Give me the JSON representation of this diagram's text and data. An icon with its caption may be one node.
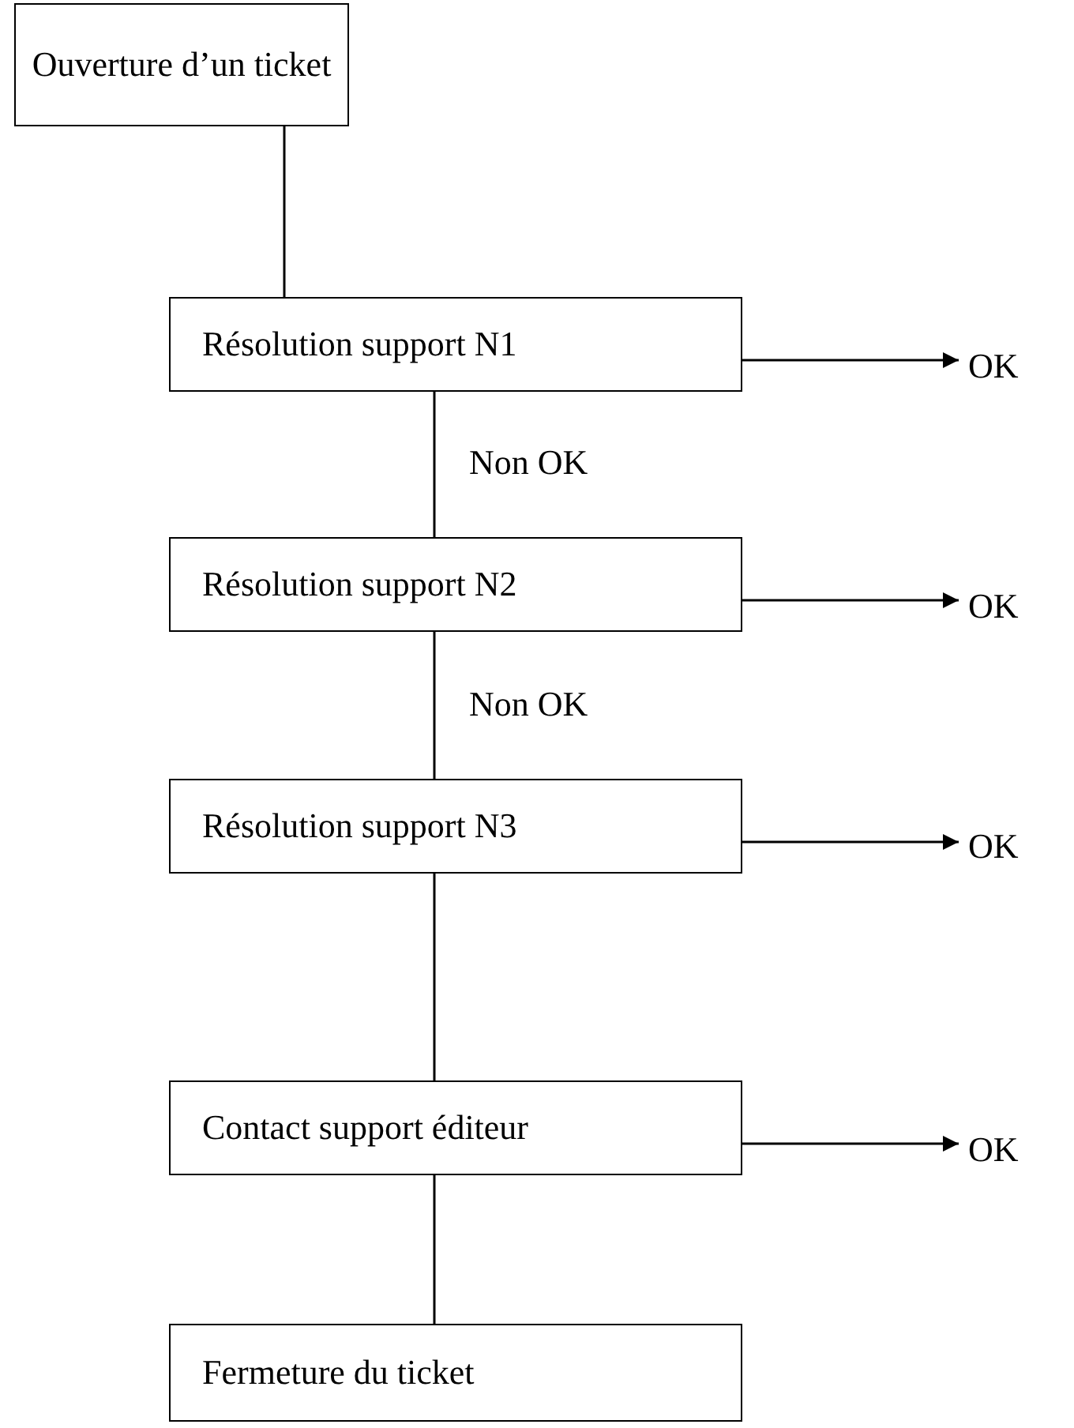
{
  "diagram": {
    "nodes": [
      {
        "text": [
          "Ouverture d’un ticket"
        ]
      },
      {
        "text": [
          "Résolution support N1"
        ]
      },
      {
        "text": [
          "Résolution support N2"
        ]
      },
      {
        "text": [
          "Résolution support N3"
        ]
      },
      {
        "text": [
          "Contact support éditeur"
        ]
      },
      {
        "text": [
          "Fermeture du ticket"
        ]
      },
      {
        "text": [
          "OK"
        ]
      },
      {
        "text": [
          "OK"
        ]
      },
      {
        "text": [
          "OK"
        ]
      },
      {
        "text": [
          "OK"
        ]
      }
    ],
    "edges": [
      {
        "from": 0,
        "to": 1,
        "arrow": "none"
      },
      {
        "from": 1,
        "to": 2,
        "arrow": "none",
        "label": "Non OK"
      },
      {
        "from": 2,
        "to": 3,
        "arrow": "none",
        "label": "Non OK"
      },
      {
        "from": 3,
        "to": 4,
        "arrow": "none"
      },
      {
        "from": 4,
        "to": 5,
        "arrow": "none"
      },
      {
        "from": 1,
        "to": 6,
        "arrow": "to"
      },
      {
        "from": 2,
        "to": 7,
        "arrow": "to"
      },
      {
        "from": 3,
        "to": 8,
        "arrow": "to"
      },
      {
        "from": 4,
        "to": 9,
        "arrow": "to"
      }
    ]
  }
}
